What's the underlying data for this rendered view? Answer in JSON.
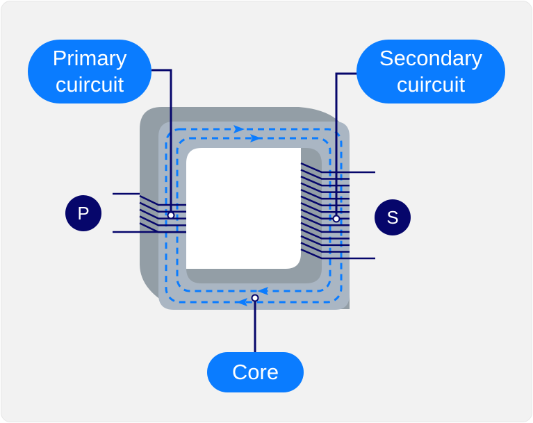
{
  "labels": {
    "primary_line1": "Primary",
    "primary_line2": "cuircuit",
    "secondary_line1": "Secondary",
    "secondary_line2": "cuircuit",
    "core": "Core",
    "p": "P",
    "s": "S"
  },
  "colors": {
    "accent": "#0a7cff",
    "navy": "#06066b",
    "core_dark": "#939ea6",
    "core_light": "#aab6c3",
    "background": "#f2f2f2"
  },
  "windings": {
    "primary_turns": 5,
    "secondary_turns": 14
  },
  "flux_direction": "clockwise"
}
